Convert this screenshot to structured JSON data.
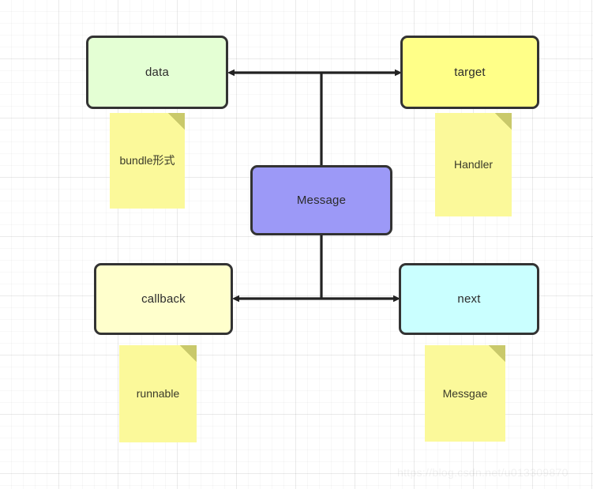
{
  "diagram": {
    "title_watermark": "https://blog.csdn.net/u013309870",
    "nodes": [
      {
        "id": "data",
        "label": "data",
        "color": "#e4ffd4"
      },
      {
        "id": "target",
        "label": "target",
        "color": "#ffff88"
      },
      {
        "id": "message",
        "label": "Message",
        "color": "#9c99f7"
      },
      {
        "id": "callback",
        "label": "callback",
        "color": "#ffffcc"
      },
      {
        "id": "next",
        "label": "next",
        "color": "#caffff"
      }
    ],
    "notes": [
      {
        "id": "bundle",
        "label": "bundle形式",
        "color": "#fbf99a"
      },
      {
        "id": "handler",
        "label": "Handler",
        "color": "#fbf99a"
      },
      {
        "id": "runnable",
        "label": "runnable",
        "color": "#fbf99a"
      },
      {
        "id": "messgae",
        "label": "Messgae",
        "color": "#fbf99a"
      }
    ],
    "connectors": [
      {
        "id": "data-target",
        "from": "data",
        "to": "target",
        "style": "double-arrow-horizontal"
      },
      {
        "id": "callback-next",
        "from": "callback",
        "to": "next",
        "style": "double-arrow-horizontal"
      },
      {
        "id": "message-top",
        "from": "message",
        "to": "data-target-link",
        "style": "line-vertical"
      },
      {
        "id": "message-bottom",
        "from": "message",
        "to": "callback-next-link",
        "style": "line-vertical"
      }
    ],
    "stroke_color": "#333333",
    "background": "#ffffff",
    "grid_color": "#e8e8e8"
  }
}
